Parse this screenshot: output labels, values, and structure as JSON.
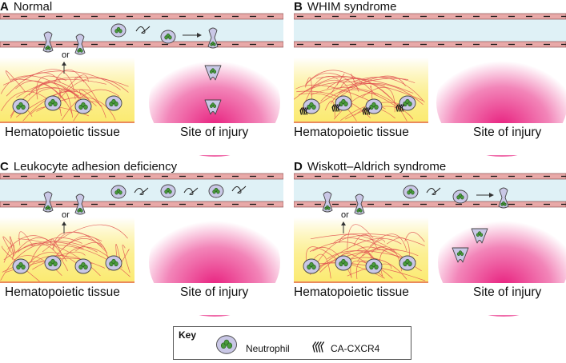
{
  "panels": [
    {
      "letter": "A",
      "title": "Normal",
      "left_label": "Hematopoietic tissue",
      "right_label": "Site of injury",
      "or": "or"
    },
    {
      "letter": "B",
      "title": "WHIM syndrome",
      "left_label": "Hematopoietic tissue",
      "right_label": "Site of injury"
    },
    {
      "letter": "C",
      "title": "Leukocyte adhesion deficiency",
      "left_label": "Hematopoietic tissue",
      "right_label": "Site of injury",
      "or": "or"
    },
    {
      "letter": "D",
      "title": "Wiskott–Aldrich syndrome",
      "left_label": "Hematopoietic tissue",
      "right_label": "Site of injury",
      "or": "or"
    }
  ],
  "key": {
    "title": "Key",
    "neutrophil": "Neutrophil",
    "cxcr4": "CA-CXCR4"
  },
  "colors": {
    "vessel_wall": "#e8a9a8",
    "vessel_lumen": "#dff1f6",
    "tissue": "#fbea70",
    "fiber": "#e05050",
    "injury": "#e8217f",
    "cell_fill": "#c9c7e6",
    "nucleus": "#4a9a3c"
  }
}
